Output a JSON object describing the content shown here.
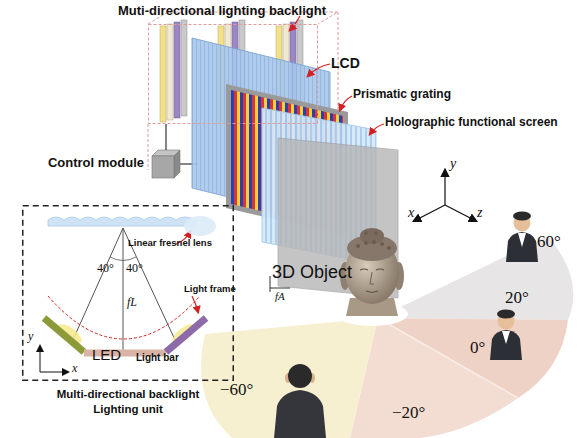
{
  "diagram": {
    "nodes": [
      {
        "text": [
          "Muti-directional lighting backlight"
        ]
      },
      {
        "text": [
          "Control module"
        ]
      },
      {
        "text": [
          "Multi-directional backlight Lighting unit"
        ]
      }
    ],
    "edges": [
      {
        "from": 1,
        "to": 0,
        "arrow": "none"
      }
    ],
    "labels": [
      "LCD",
      "Prismatic grating",
      "Holographic functional screen",
      "3D Object",
      "fA",
      "y",
      "x",
      "z",
      "60°",
      "20°",
      "0°",
      "−20°",
      "−60°",
      "Linear fresnel lens",
      "40°",
      "40°",
      "fL",
      "Light frame",
      "LED",
      "Light bar",
      "y",
      "x"
    ]
  }
}
